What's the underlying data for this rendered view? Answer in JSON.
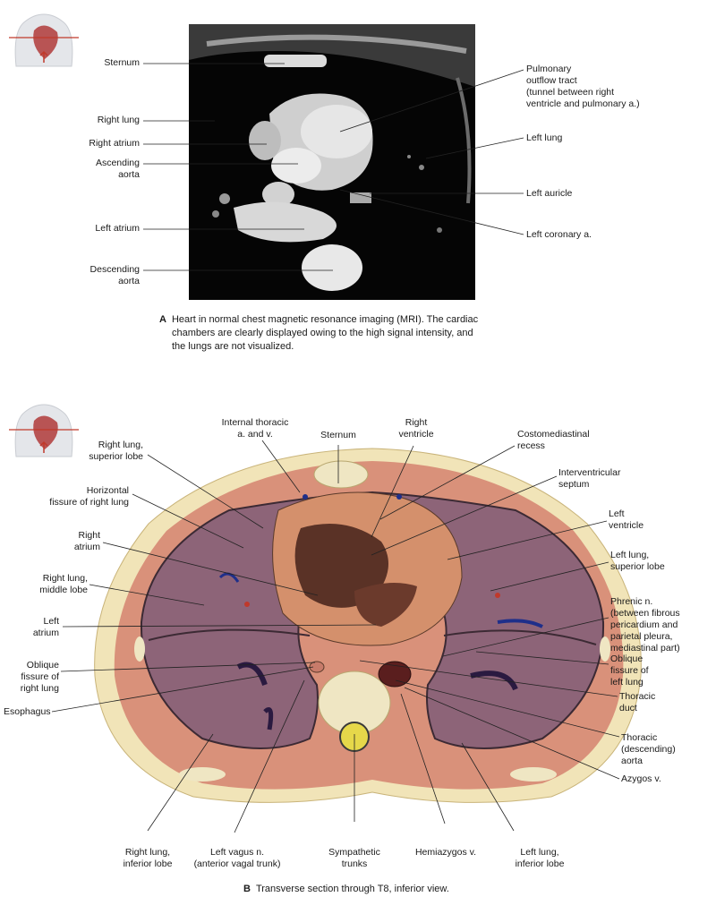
{
  "panel_a": {
    "letter": "A",
    "caption": "Heart in normal chest magnetic resonance imaging (MRI). The cardiac\nchambers are clearly displayed owing to the high signal intensity, and\nthe lungs are not visualized.",
    "labels": {
      "sternum": "Sternum",
      "right_lung": "Right lung",
      "right_atrium": "Right atrium",
      "ascending_aorta": "Ascending\naorta",
      "left_atrium": "Left atrium",
      "descending_aorta": "Descending\naorta",
      "pulmonary_outflow": "Pulmonary\noutflow tract\n(tunnel between right\nventricle and pulmonary a.)",
      "left_lung": "Left lung",
      "left_auricle": "Left auricle",
      "left_coronary": "Left coronary a."
    }
  },
  "panel_b": {
    "letter": "B",
    "caption": "Transverse section through T8, inferior view.",
    "labels": {
      "internal_thoracic": "Internal thoracic\na. and v.",
      "sternum": "Sternum",
      "right_ventricle": "Right\nventricle",
      "costomediastinal": "Costomediastinal\nrecess",
      "right_lung_superior": "Right lung,\nsuperior lobe",
      "interventricular": "Interventricular\nseptum",
      "horizontal_fissure": "Horizontal\nfissure of right lung",
      "left_ventricle": "Left\nventricle",
      "right_atrium": "Right\natrium",
      "left_lung_superior": "Left lung,\nsuperior lobe",
      "right_lung_middle": "Right lung,\nmiddle lobe",
      "phrenic": "Phrenic n.\n(between fibrous\npericardium and\nparietal pleura,\nmediastinal part)",
      "left_atrium": "Left\natrium",
      "oblique_right": "Oblique\nfissure of\nright lung",
      "oblique_left": "Oblique\nfissure of\nleft lung",
      "esophagus": "Esophagus",
      "thoracic_duct": "Thoracic\nduct",
      "thoracic_aorta": "Thoracic\n(descending)\naorta",
      "azygos": "Azygos v.",
      "right_lung_inferior": "Right lung,\ninferior lobe",
      "left_vagus": "Left vagus n.\n(anterior vagal trunk)",
      "sympathetic": "Sympathetic\ntrunks",
      "hemiazygos": "Hemiazygos v.",
      "left_lung_inferior": "Left lung,\ninferior lobe"
    }
  },
  "colors": {
    "muscle": "#d9917a",
    "lung": "#8d6478",
    "bone": "#efe6c3",
    "fat": "#f1e4b8"
  }
}
